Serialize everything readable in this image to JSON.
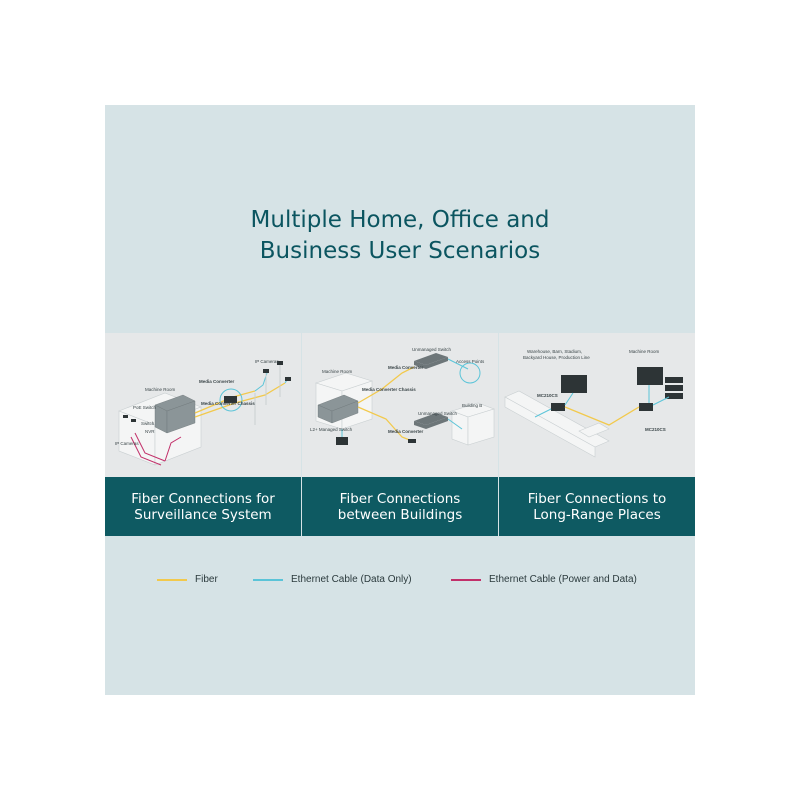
{
  "title": {
    "line1": "Multiple Home, Office and",
    "line2": "Business User Scenarios"
  },
  "colors": {
    "panel_bg": "#d6e3e6",
    "title": "#0b5560",
    "caption_bar": "#0e5a62",
    "fiber": "#f2c94c",
    "ethernet_data": "#5bc4d8",
    "ethernet_power_data": "#c2306a"
  },
  "scenarios": [
    {
      "caption_line1": "Fiber Connections for",
      "caption_line2": "Surveillance System",
      "labels": {
        "ip_cameras_top": "IP Cameras",
        "media_converter": "Media Converter",
        "machine_room": "Machine Room",
        "media_converter_chassis": "Media Converter Chassis",
        "poe_switch": "PoE Switch",
        "switch": "Switch",
        "nvr": "NVR",
        "ip_cameras_left": "IP Cameras"
      }
    },
    {
      "caption_line1": "Fiber Connections",
      "caption_line2": "between Buildings",
      "labels": {
        "unmanaged_switch_top": "Unmanaged Switch",
        "media_converter_top": "Media Converter",
        "access_points": "Access Points",
        "machine_room": "Machine Room",
        "media_converter_chassis": "Media Converter Chassis",
        "unmanaged_switch_bottom": "Unmanaged Switch",
        "building_b": "Building B",
        "l2_managed_switch": "L2+ Managed Switch",
        "media_converter_bottom": "Media Converter"
      }
    },
    {
      "caption_line1": "Fiber Connections to",
      "caption_line2": "Long-Range Places",
      "labels": {
        "places_line1": "Warehouse, Barn, Stadium,",
        "places_line2": "Backyard House, Production Line",
        "machine_room": "Machine Room",
        "mc_left": "MC210CS",
        "mc_right": "MC210CS"
      }
    }
  ],
  "legend": [
    {
      "label": "Fiber",
      "color": "#f2c94c"
    },
    {
      "label": "Ethernet Cable (Data Only)",
      "color": "#5bc4d8"
    },
    {
      "label": "Ethernet Cable (Power and Data)",
      "color": "#c2306a"
    }
  ]
}
